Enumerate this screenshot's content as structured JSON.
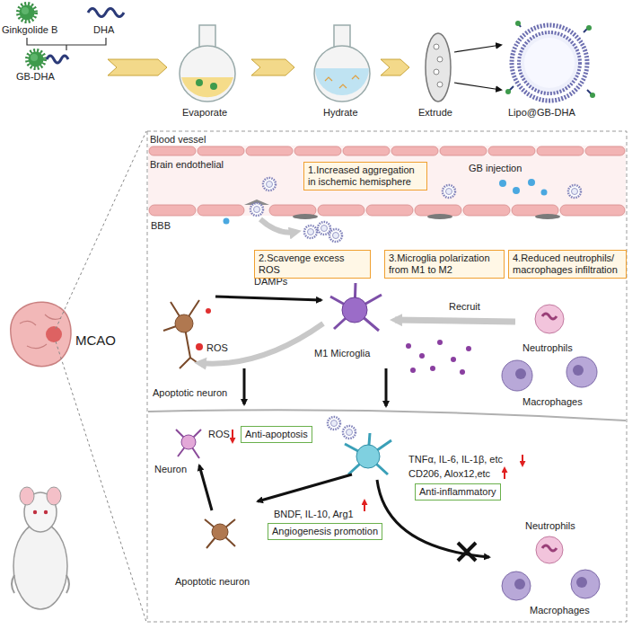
{
  "diagram": {
    "nodes": [
      {
        "text": [
          "1.Increased aggregation in ischemic hemisphere"
        ]
      },
      {
        "text": [
          "2.Scavenge excess ROS"
        ]
      },
      {
        "text": [
          "3.Microglia polarization from M1 to M2"
        ]
      },
      {
        "text": [
          "4.Reduced neutrophils/ macrophages infiltration"
        ]
      },
      {
        "text": [
          "Anti-apoptosis"
        ]
      },
      {
        "text": [
          "Anti-inflammatory"
        ]
      },
      {
        "text": [
          "Angiogenesis promotion"
        ]
      }
    ],
    "labels": [
      "Ginkgolide B",
      "DHA",
      "GB-DHA",
      "Evaporate",
      "Hydrate",
      "Extrude",
      "Lipo@GB-DHA",
      "Blood vessel",
      "Brain endothelial",
      "GB injection",
      "BBB",
      "DAMPs",
      "ROS",
      "M1 Microglia",
      "Recruit",
      "Neutrophils",
      "Macrophages",
      "Apoptotic neuron",
      "MCAO",
      "ROS",
      "Neuron",
      "TNFα, IL-6, IL-1β, etc",
      "CD206, Alox12,etc",
      "BNDF, IL-10, Arg1",
      "Apoptotic neuron",
      "Neutrophils",
      "Macrophages"
    ]
  }
}
